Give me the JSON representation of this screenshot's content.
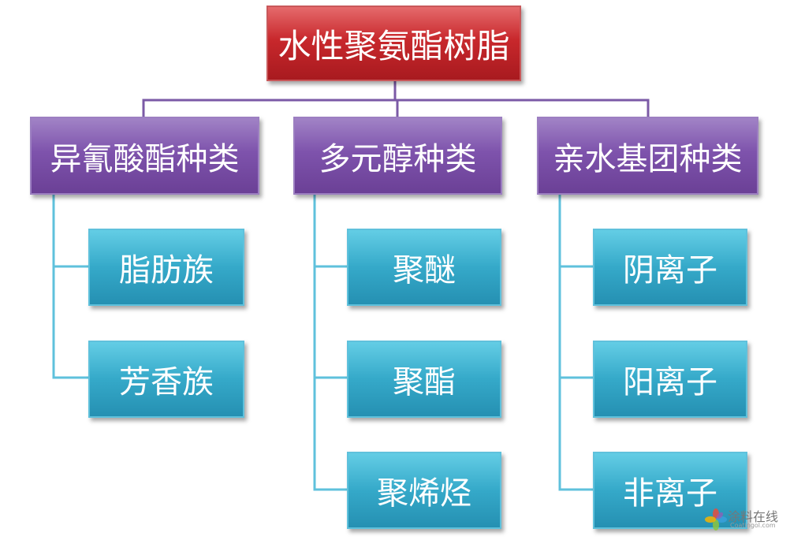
{
  "root": {
    "label": "水性聚氨酯树脂",
    "color": "#c8282c"
  },
  "categories": [
    {
      "label": "异氰酸酯种类",
      "children": [
        "脂肪族",
        "芳香族"
      ]
    },
    {
      "label": "多元醇种类",
      "children": [
        "聚醚",
        "聚酯",
        "聚烯烃"
      ]
    },
    {
      "label": "亲水基团种类",
      "children": [
        "阴离子",
        "阳离子",
        "非离子"
      ]
    }
  ],
  "colors": {
    "category": "#7e53ac",
    "item": "#35a9c9",
    "connector_top": "#7b5aa6",
    "connector_sub": "#5fc1dc"
  },
  "watermark": {
    "text": "涂料在线",
    "url": "Coatingol.com",
    "icon": "pinwheel-logo-icon"
  }
}
